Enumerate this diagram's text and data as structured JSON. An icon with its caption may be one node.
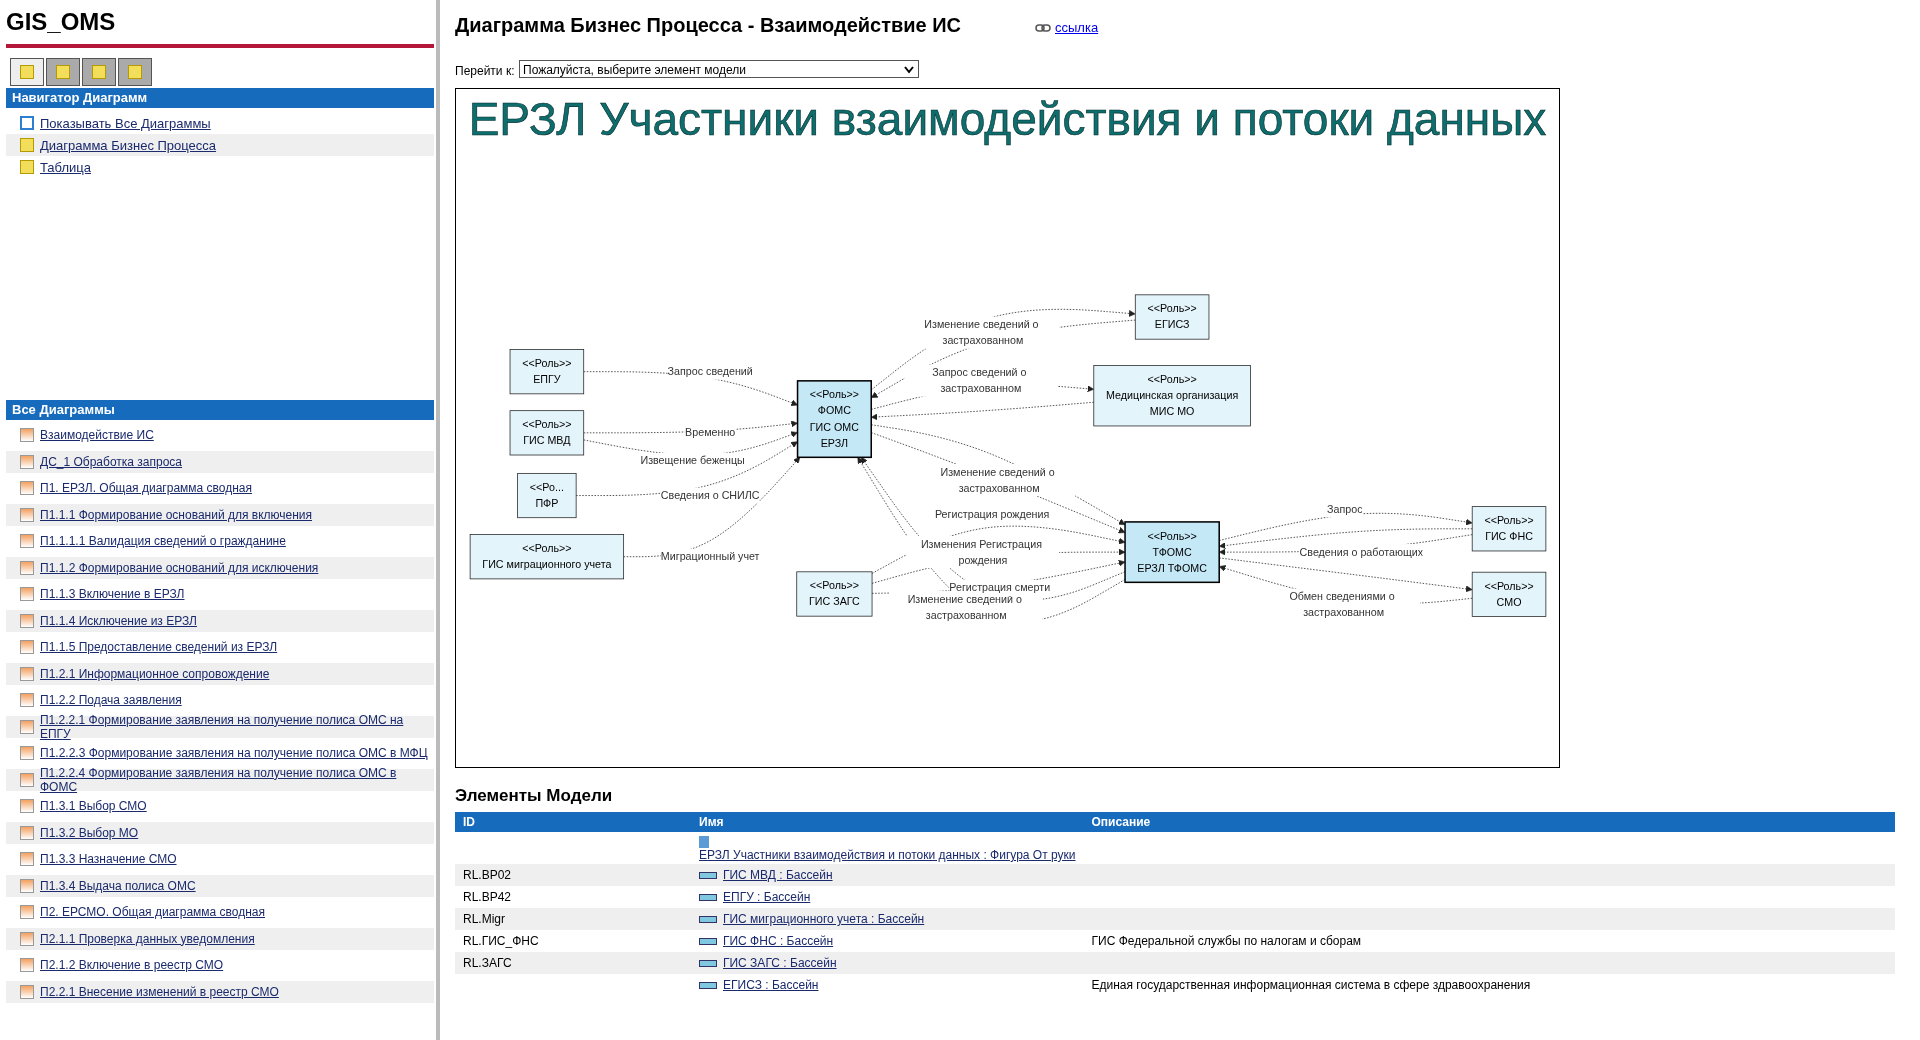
{
  "diagram": {
    "title": "ЕРЗЛ Участники взаимодействия и потоки данных",
    "nodes": [
      {
        "text": [
          "<<Роль>>",
          "ЕПГУ"
        ]
      },
      {
        "text": [
          "<<Роль>>",
          "ЕГИСЗ"
        ]
      },
      {
        "text": [
          "<<Роль>>",
          "ГИС МВД"
        ]
      },
      {
        "text": [
          "<<Ро...",
          "ПФР"
        ]
      },
      {
        "text": [
          "<<Роль>>",
          "ФОМС",
          "ГИС ОМС",
          "ЕРЗЛ"
        ]
      },
      {
        "text": [
          "<<Роль>>",
          "ГИС миграционного учета"
        ]
      },
      {
        "text": [
          "<<Роль>>",
          "Медицинская организация",
          "МИС МО"
        ]
      },
      {
        "text": [
          "<<Роль>>",
          "ТФОМС",
          "ЕРЗЛ ТФОМС"
        ]
      },
      {
        "text": [
          "<<Роль>>",
          "ГИС ФНС"
        ]
      },
      {
        "text": [
          "<<Роль>>",
          "ГИС ЗАГС"
        ]
      },
      {
        "text": [
          "<<Роль>>",
          "СМО"
        ]
      }
    ],
    "edges": [
      {
        "from": 0,
        "to": 4,
        "arrow": "to",
        "label": "Запрос сведений",
        "style": "dashed"
      },
      {
        "from": 4,
        "to": 1,
        "arrow": "to",
        "style": "dashed"
      },
      {
        "from": 1,
        "to": 4,
        "arrow": "to",
        "label": "Изменение сведений о застрахованном",
        "style": "dashed"
      },
      {
        "from": 2,
        "to": 4,
        "arrow": "to",
        "label": "Временно",
        "style": "dashed"
      },
      {
        "from": 2,
        "to": 4,
        "arrow": "to",
        "label": "Извещение беженцы",
        "style": "dashed"
      },
      {
        "from": 3,
        "to": 4,
        "arrow": "to",
        "label": "Сведения о СНИЛС",
        "style": "dashed"
      },
      {
        "from": 5,
        "to": 4,
        "arrow": "to",
        "label": "Миграционный учет",
        "style": "dashed"
      },
      {
        "from": 7,
        "to": 4,
        "arrow": "to",
        "label": "Изменение сведений о застрахованном",
        "style": "dashed"
      },
      {
        "from": 4,
        "to": 7,
        "arrow": "to",
        "style": "dashed"
      },
      {
        "from": 4,
        "to": 7,
        "arrow": "to",
        "label": "Изменение сведений о застрахованном",
        "style": "dashed"
      },
      {
        "from": 7,
        "to": 4,
        "arrow": "to",
        "style": "dashed"
      },
      {
        "from": 6,
        "to": 4,
        "arrow": "to",
        "style": "dashed"
      },
      {
        "from": 4,
        "to": 6,
        "arrow": "to",
        "label": "Запрос сведений о застрахованном",
        "style": "dashed"
      },
      {
        "from": 7,
        "to": 8,
        "arrow": "to",
        "label": "Запрос",
        "style": "dashed"
      },
      {
        "from": 8,
        "to": 7,
        "arrow": "to",
        "style": "dashed"
      },
      {
        "from": 8,
        "to": 7,
        "arrow": "to",
        "label": "Сведения о работающих",
        "style": "dashed"
      },
      {
        "from": 9,
        "to": 7,
        "arrow": "to",
        "label": "Регистрация рождения",
        "style": "dashed"
      },
      {
        "from": 9,
        "to": 7,
        "arrow": "to",
        "label": "Изменения Регистрация рождения",
        "style": "dashed"
      },
      {
        "from": 9,
        "to": 7,
        "arrow": "to",
        "label": "Регистрация смерти",
        "style": "dashed"
      },
      {
        "from": 10,
        "to": 7,
        "arrow": "to",
        "label": "Обмен сведениями о застрахованном",
        "style": "dashed"
      },
      {
        "from": 7,
        "to": 10,
        "arrow": "to",
        "style": "dashed"
      }
    ],
    "labels": [
      "GIS_OMS",
      "Навигатор Диаграмм",
      "Показывать Все Диаграммы",
      "Диаграмма Бизнес Процесса",
      "Таблица",
      "Все Диаграммы",
      "Взаимодействие ИС",
      "ДС_1 Обработка запроса",
      "П1. ЕРЗЛ. Общая диаграмма сводная",
      "П1.1.1 Формирование оснований для включения",
      "П1.1.1.1 Валидация сведений о гражданине",
      "П1.1.2 Формирование оснований для исключения",
      "П1.1.3 Включение в ЕРЗЛ",
      "П1.1.4 Исключение из ЕРЗЛ",
      "П1.1.5 Предоставление сведений из ЕРЗЛ",
      "П1.2.1 Информационное сопровождение",
      "П1.2.2 Подача заявления",
      "П1.2.2.1 Формирование заявления на получение полиса ОМС на ЕПГУ",
      "П1.2.2.3 Формирование заявления на получение полиса ОМС в МФЦ",
      "П1.2.2.4 Формирование заявления на получение полиса ОМС в ФОМС",
      "П1.3.1 Выбор СМО",
      "П1.3.2 Выбор МО",
      "П1.3.3 Назначение СМО",
      "П1.3.4 Выдача полиса ОМС",
      "П2. ЕРСМО. Общая диаграмма сводная",
      "П2.1.1 Проверка данных уведомления",
      "П2.1.2 Включение в реестр СМО",
      "П2.2.1 Внесение изменений в реестр СМО",
      "Диаграмма Бизнес Процесса - Взаимодействие ИС",
      "ссылка",
      "Перейти к:",
      "Пожалуйста, выберите элемент модели",
      "Элементы Модели",
      "ID",
      "Имя",
      "Описание",
      "ЕРЗЛ Участники взаимодействия и потоки данных : Фигура От руки",
      "RL.BP02",
      "ГИС МВД : Бассейн",
      "RL.BP42",
      "ЕПГУ : Бассейн",
      "RL.Migr",
      "ГИС миграционного учета : Бассейн",
      "RL.ГИС_ФНС",
      "ГИС ФНС : Бассейн",
      "ГИС Федеральной службы по налогам и сборам",
      "RL.ЗАГС",
      "ГИС ЗАГС : Бассейн",
      "ЕГИСЗ : Бассейн",
      "Единая государственная информационная система в сфере здравоохранения"
    ]
  }
}
